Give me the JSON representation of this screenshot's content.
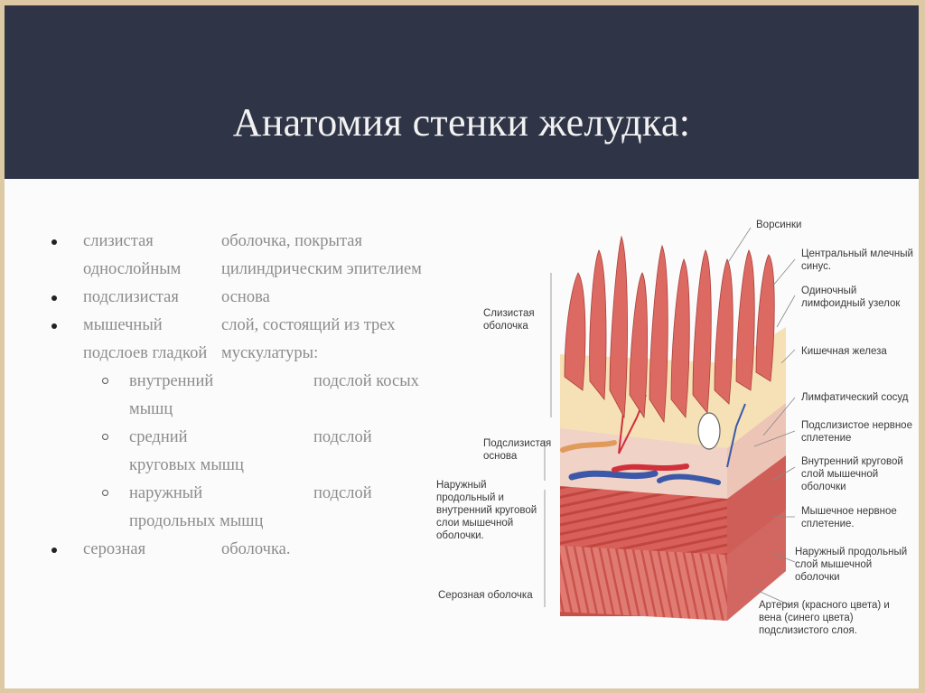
{
  "slide": {
    "title": "Анатомия стенки желудка:",
    "items": [
      {
        "level": 1,
        "col1": "слизистая",
        "col2": "оболочка, покрытая",
        "cont1": "однослойным",
        "cont2": "цилиндрическим эпителием"
      },
      {
        "level": 1,
        "col1": "подслизистая",
        "col2": "основа"
      },
      {
        "level": 1,
        "col1": "мышечный",
        "col2": "слой, состоящий из трех",
        "cont1": "подслоев гладкой",
        "cont2": "мускулатуры:"
      },
      {
        "level": 2,
        "col1": "внутренний",
        "col2": "подслой косых",
        "cont1": "мышц"
      },
      {
        "level": 2,
        "col1": "средний",
        "col2": "подслой",
        "cont1": "круговых мышц"
      },
      {
        "level": 2,
        "col1": "наружный",
        "col2": "подслой",
        "cont1": "продольных мышц"
      },
      {
        "level": 1,
        "col1": "серозная",
        "col2": "оболочка."
      }
    ]
  },
  "figure": {
    "labels": {
      "villi": "Ворсинки",
      "central_lacteal": "Центральный млечный синус.",
      "lymph_nodule": "Одиночный лимфоидный узелок",
      "intestinal_gland": "Кишечная железа",
      "lymph_vessel": "Лимфатический сосуд",
      "submucosal_plexus": "Подслизистое нервное сплетение",
      "inner_circular": "Внутренний круговой слой мышечной оболочки",
      "myenteric_plexus": "Мышечное нервное сплетение.",
      "outer_longitudinal": "Наружный продольный слой мышечной оболочки",
      "artery_vein": "Артерия (красного цвета) и вена (синего цвета) подслизистого слоя.",
      "mucosa": "Слизистая оболочка",
      "submucosa": "Подслизистая основа",
      "muscularis": "Наружный продольный и внутренний круговой слои мышечной оболочки.",
      "serosa": "Серозная оболочка"
    }
  }
}
